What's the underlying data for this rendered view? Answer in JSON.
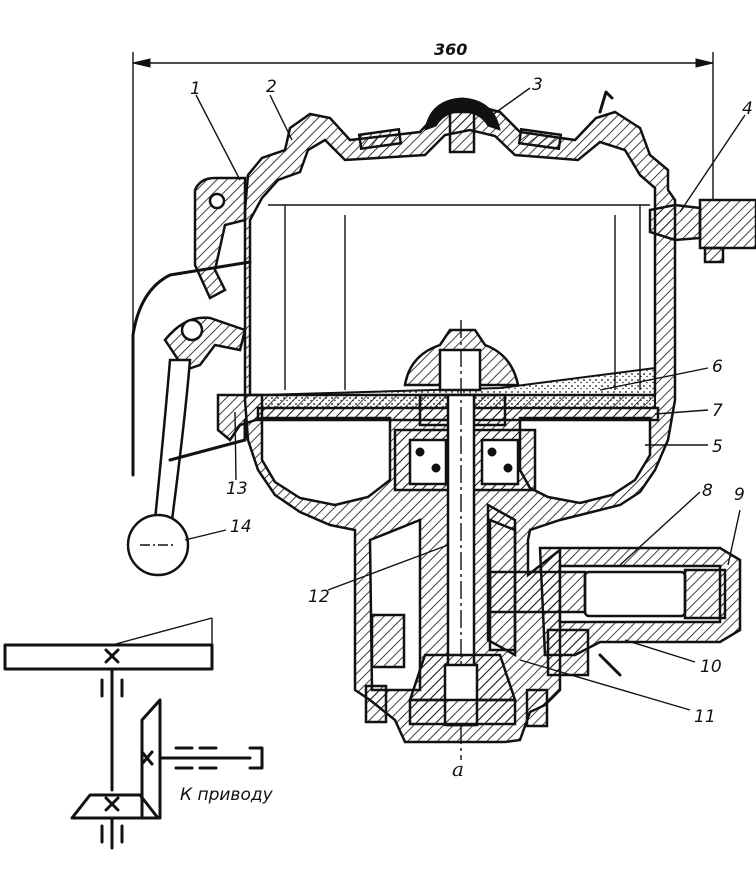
{
  "dimension": {
    "value": "360"
  },
  "callouts": [
    "1",
    "2",
    "3",
    "4",
    "5",
    "6",
    "7",
    "8",
    "9",
    "10",
    "11",
    "12",
    "13",
    "14"
  ],
  "caption": "a",
  "schematic": {
    "drive_label": "К приводу"
  }
}
